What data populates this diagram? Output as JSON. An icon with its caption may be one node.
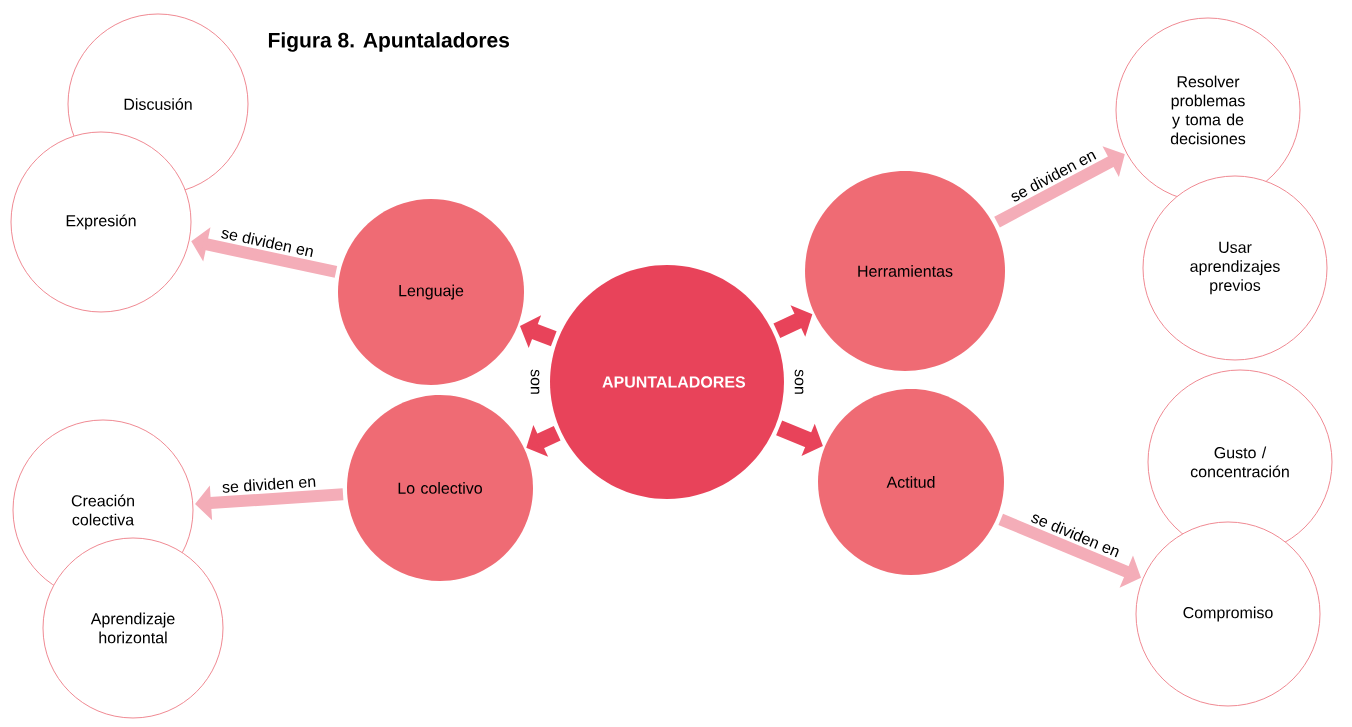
{
  "diagram": {
    "title": "Figura 8. Apuntaladores",
    "nodes": [
      {
        "text": [
          "APUNTALADORES"
        ]
      },
      {
        "text": [
          "Lenguaje"
        ]
      },
      {
        "text": [
          "Lo colectivo"
        ]
      },
      {
        "text": [
          "Herramientas"
        ]
      },
      {
        "text": [
          "Actitud"
        ]
      },
      {
        "text": [
          "Discusión"
        ]
      },
      {
        "text": [
          "Expresión"
        ]
      },
      {
        "text": [
          "Creación colectiva"
        ]
      },
      {
        "text": [
          "Aprendizaje horizontal"
        ]
      },
      {
        "text": [
          "Resolver problemas y toma de decisiones"
        ]
      },
      {
        "text": [
          "Usar aprendizajes previos"
        ]
      },
      {
        "text": [
          "Gusto / concentración"
        ]
      },
      {
        "text": [
          "Compromiso"
        ]
      }
    ],
    "edges": [
      {
        "from": 0,
        "to": 1,
        "arrow": "to",
        "color": "#e8435a"
      },
      {
        "from": 0,
        "to": 2,
        "arrow": "to",
        "color": "#e8435a"
      },
      {
        "from": 0,
        "to": 3,
        "arrow": "to",
        "color": "#e8435a"
      },
      {
        "from": 0,
        "to": 4,
        "arrow": "to",
        "color": "#e8435a"
      },
      {
        "from": 1,
        "to": 6,
        "arrow": "to",
        "label": "se dividen en",
        "color": "#f4adb8"
      },
      {
        "from": 2,
        "to": 7,
        "arrow": "to",
        "label": "se dividen en",
        "color": "#f4adb8"
      },
      {
        "from": 3,
        "to": 9,
        "arrow": "to",
        "label": "se dividen en",
        "color": "#f4adb8"
      },
      {
        "from": 4,
        "to": 12,
        "arrow": "to",
        "label": "se dividen en",
        "color": "#f4adb8"
      }
    ],
    "labels": [
      "son",
      "son"
    ]
  }
}
